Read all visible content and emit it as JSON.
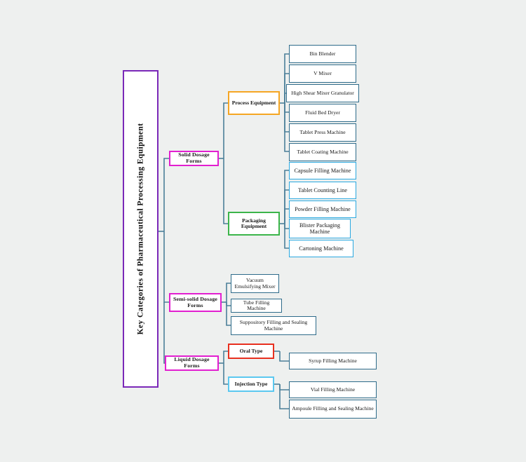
{
  "diagram": {
    "type": "tree-mindmap",
    "background_color": "#eef0ef",
    "link_color": "#4b7f99",
    "root": {
      "label": "Key Categories of Pharmaceutical Processing  Equipment",
      "border_color": "#7a28b8"
    },
    "categories": [
      {
        "id": "solid",
        "label": "Solid Dosage Forms",
        "border_color": "#e21fd0"
      },
      {
        "id": "semisolid",
        "label": "Semi-solid Dosage Forms",
        "border_color": "#e21fd0"
      },
      {
        "id": "liquid",
        "label": "Liquid Dosage Forms",
        "border_color": "#e21fd0"
      }
    ],
    "groups": [
      {
        "id": "process",
        "label": "Process Equipment",
        "border_color": "#f5a623",
        "parent": "solid"
      },
      {
        "id": "packaging",
        "label": "Packaging Equipment",
        "border_color": "#3cb54a",
        "parent": "solid"
      },
      {
        "id": "oral",
        "label": "Oral Type",
        "border_color": "#e8301f",
        "parent": "liquid"
      },
      {
        "id": "injection",
        "label": "Injection Type",
        "border_color": "#5bc8f0",
        "parent": "liquid"
      }
    ],
    "leaves": {
      "process": [
        "Bin Blender",
        "V Mixer",
        "High Shear Mixer Granulator",
        "Fluid Bed Dryer",
        "Tablet Press Machine",
        "Tablet Coating Machine"
      ],
      "packaging": [
        "Capsule Filling Machine",
        "Tablet Counting Line",
        "Powder Filling Machine",
        "Blister Packaging Machine",
        "Cartoning Machine"
      ],
      "semisolid": [
        "Vacuum Emulsifying Mixer",
        "Tube Filling  Machine",
        "Suppository Filling  and  Sealing Machine"
      ],
      "oral": [
        "Syrup Filling  Machine"
      ],
      "injection": [
        "Vial  Filling  Machine",
        "Ampoule Filling  and Sealing Machine"
      ]
    }
  }
}
